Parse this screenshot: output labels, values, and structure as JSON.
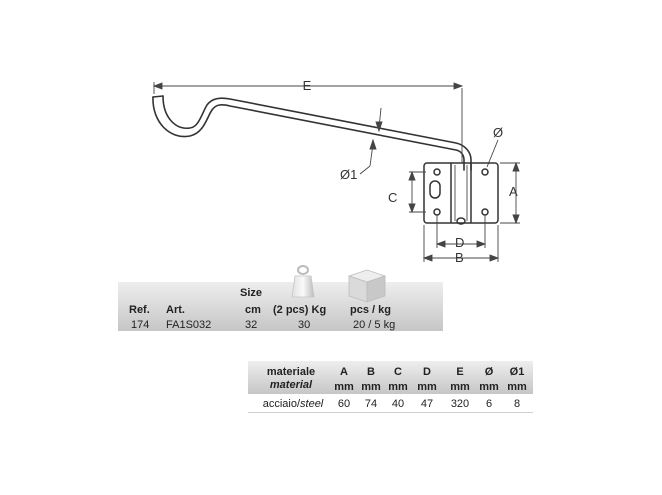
{
  "drawing": {
    "dimension_labels": {
      "E": "E",
      "diameter": "Ø",
      "diameter1": "Ø1",
      "A": "A",
      "C": "C",
      "D": "D",
      "B": "B"
    }
  },
  "product_table": {
    "headers": {
      "ref": "Ref.",
      "art": "Art.",
      "size_top": "Size",
      "size_bottom": "cm",
      "weight": "(2 pcs) Kg",
      "pack": "pcs / kg"
    },
    "row": {
      "ref": "174",
      "art": "FA1S032",
      "size": "32",
      "weight": "30",
      "pack": "20 / 5 kg"
    },
    "icons": [
      "weight-scale-icon",
      "box-package-icon"
    ]
  },
  "material_table": {
    "header_material": "materiale",
    "header_material_en": "material",
    "columns": [
      "A",
      "B",
      "C",
      "D",
      "E",
      "Ø",
      "Ø1"
    ],
    "units": [
      "mm",
      "mm",
      "mm",
      "mm",
      "mm",
      "mm",
      "mm"
    ],
    "row": {
      "material_it": "acciaio/",
      "material_en": "steel",
      "values": [
        "60",
        "74",
        "40",
        "47",
        "320",
        "6",
        "8"
      ]
    }
  },
  "colors": {
    "line": "#333333",
    "header_gradient_top": "#eeeeee",
    "header_gradient_bottom": "#c6c6c6"
  }
}
